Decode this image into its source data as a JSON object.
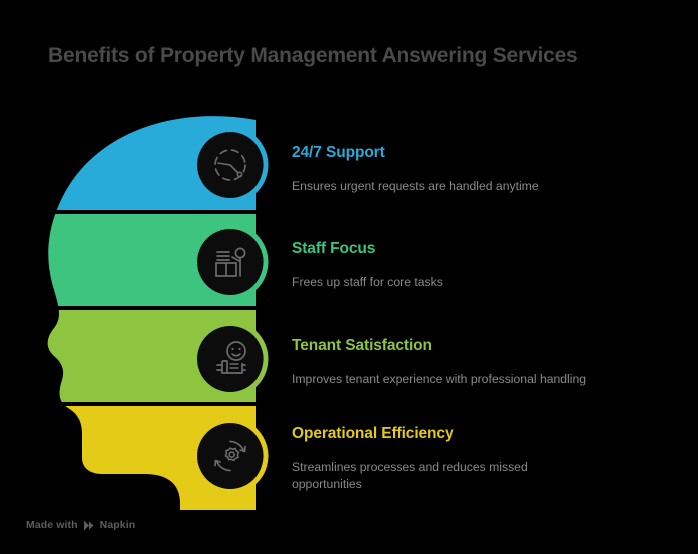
{
  "page": {
    "title": "Benefits of Property Management Answering Services",
    "background": "#000000",
    "title_color": "#4a4a4a"
  },
  "head_graphic": {
    "name": "head-silhouette",
    "bands": [
      {
        "name": "band-blue",
        "color": "#29abd9"
      },
      {
        "name": "band-green",
        "color": "#3dc47e"
      },
      {
        "name": "band-olive",
        "color": "#8dc440"
      },
      {
        "name": "band-yellow",
        "color": "#e3cb18"
      }
    ]
  },
  "items": [
    {
      "icon": "clock-icon",
      "heading": "24/7 Support",
      "description": "Ensures urgent requests are handled anytime",
      "color": "#29abd9"
    },
    {
      "icon": "person-at-desk-icon",
      "heading": "Staff Focus",
      "description": "Frees up staff for core tasks",
      "color": "#3dc47e"
    },
    {
      "icon": "smiley-building-icon",
      "heading": "Tenant Satisfaction",
      "description": "Improves tenant experience with professional handling",
      "color": "#8dc440"
    },
    {
      "icon": "gear-cycle-icon",
      "heading": "Operational Efficiency",
      "description": "Streamlines processes and reduces missed opportunities",
      "color": "#e3cb18"
    }
  ],
  "watermark": {
    "prefix": "Made with",
    "brand": "Napkin",
    "logo_icon": "napkin-logo-icon"
  }
}
